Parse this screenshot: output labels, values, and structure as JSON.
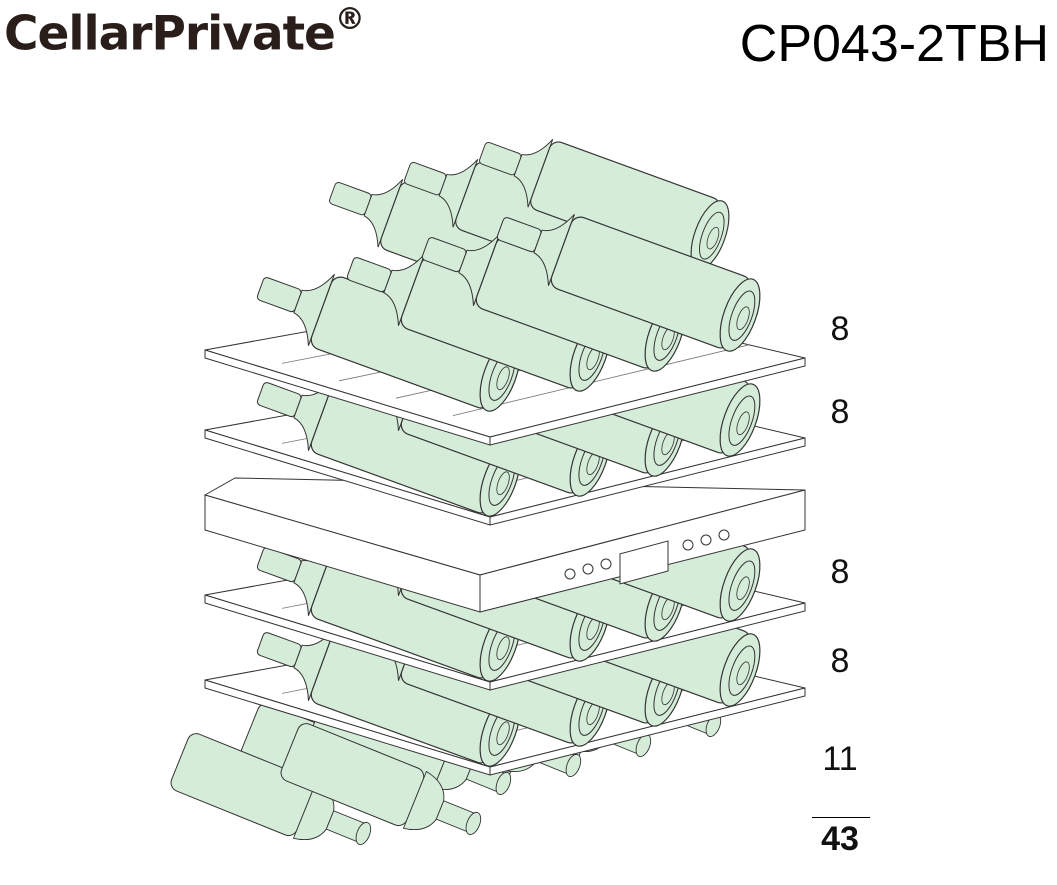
{
  "header": {
    "brand": "CellarPrivate",
    "registered_mark": "®",
    "model": "CP043-2TBH"
  },
  "shelves": [
    {
      "label": "8"
    },
    {
      "label": "8"
    },
    {
      "label": "8"
    },
    {
      "label": "8"
    },
    {
      "label": "11"
    }
  ],
  "total": "43",
  "colors": {
    "bottle_fill": "#d5ecd8",
    "outline": "#333333"
  }
}
